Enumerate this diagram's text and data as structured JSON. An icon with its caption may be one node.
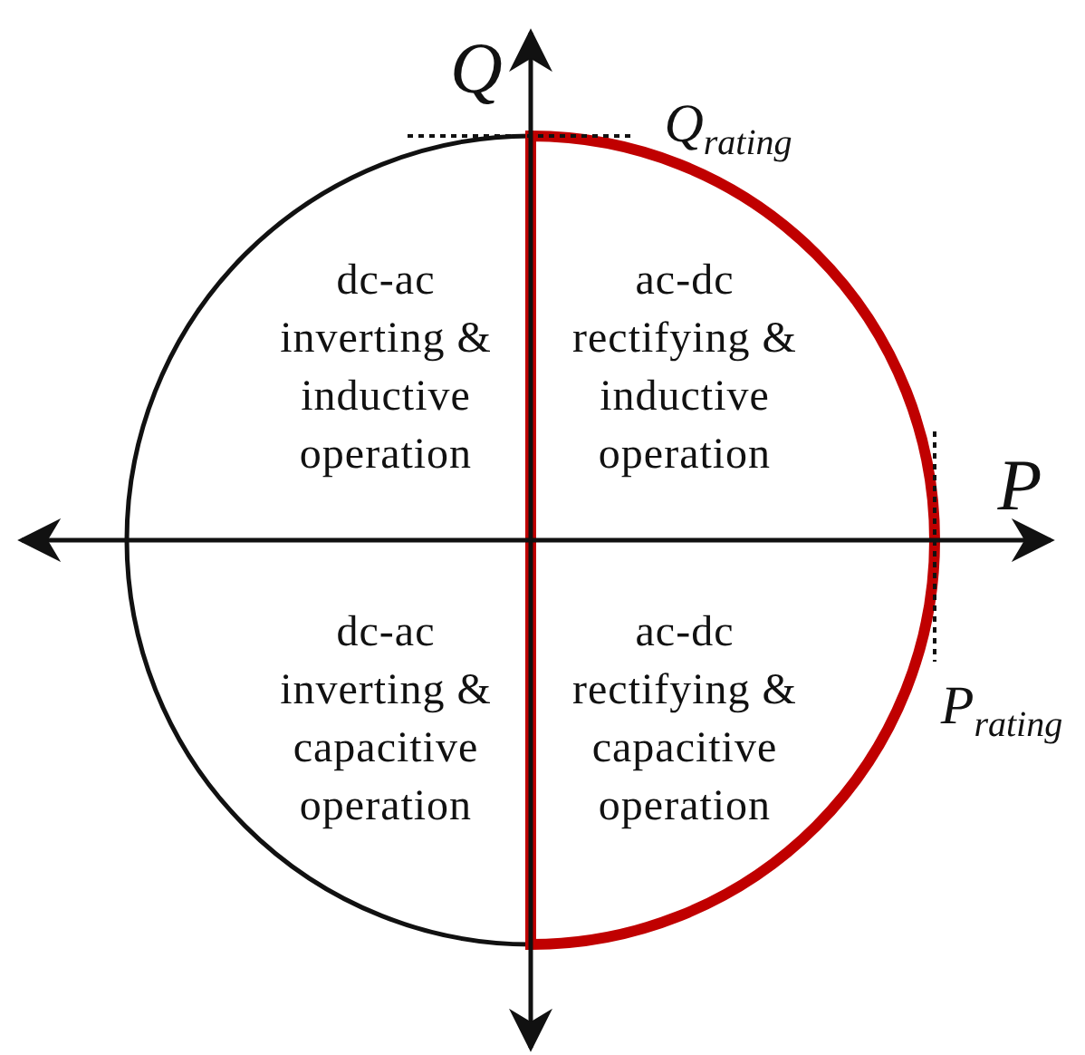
{
  "diagram": {
    "labels": [
      "Q",
      "Q$_{rating}$",
      "dc-ac inverting & inductive operation",
      "ac-dc rectifying & inductive operation",
      "P",
      "dc-ac inverting & capacitive operation",
      "ac-dc rectifying & capacitive operation",
      "P$_{rating}$"
    ]
  }
}
